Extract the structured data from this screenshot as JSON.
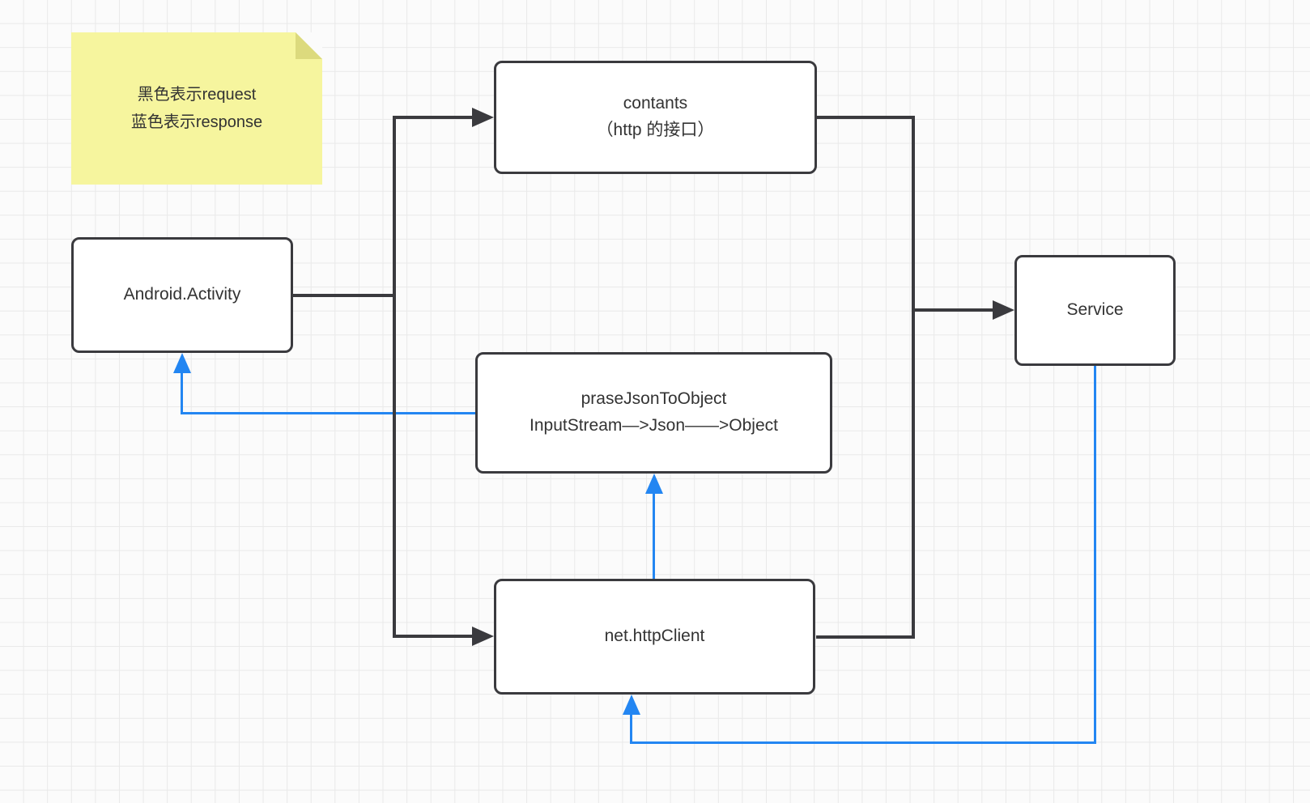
{
  "note": {
    "line1": "黑色表示request",
    "line2": "蓝色表示response"
  },
  "nodes": {
    "contants": {
      "line1": "contants",
      "line2": "（http 的接口）"
    },
    "activity": {
      "label": "Android.Activity"
    },
    "parse": {
      "line1": "praseJsonToObject",
      "line2": "InputStream—>Json——>Object"
    },
    "httpclient": {
      "label": "net.httpClient"
    },
    "service": {
      "label": "Service"
    }
  },
  "legend_colors": {
    "request_black": "#3a3a3e",
    "response_blue": "#2386f2",
    "note_background": "#f6f59e"
  },
  "edges": [
    {
      "from": "Android.Activity",
      "to": "contants（http 的接口）",
      "type": "request",
      "color": "#3a3a3e"
    },
    {
      "from": "Android.Activity",
      "to": "net.httpClient",
      "type": "request",
      "color": "#3a3a3e"
    },
    {
      "from": "contants（http 的接口）",
      "to": "Service",
      "type": "request",
      "color": "#3a3a3e"
    },
    {
      "from": "net.httpClient",
      "to": "Service",
      "type": "request",
      "color": "#3a3a3e"
    },
    {
      "from": "Service",
      "to": "net.httpClient",
      "type": "response",
      "color": "#2386f2"
    },
    {
      "from": "net.httpClient",
      "to": "praseJsonToObject",
      "type": "response",
      "color": "#2386f2"
    },
    {
      "from": "praseJsonToObject",
      "to": "Android.Activity",
      "type": "response",
      "color": "#2386f2"
    }
  ]
}
